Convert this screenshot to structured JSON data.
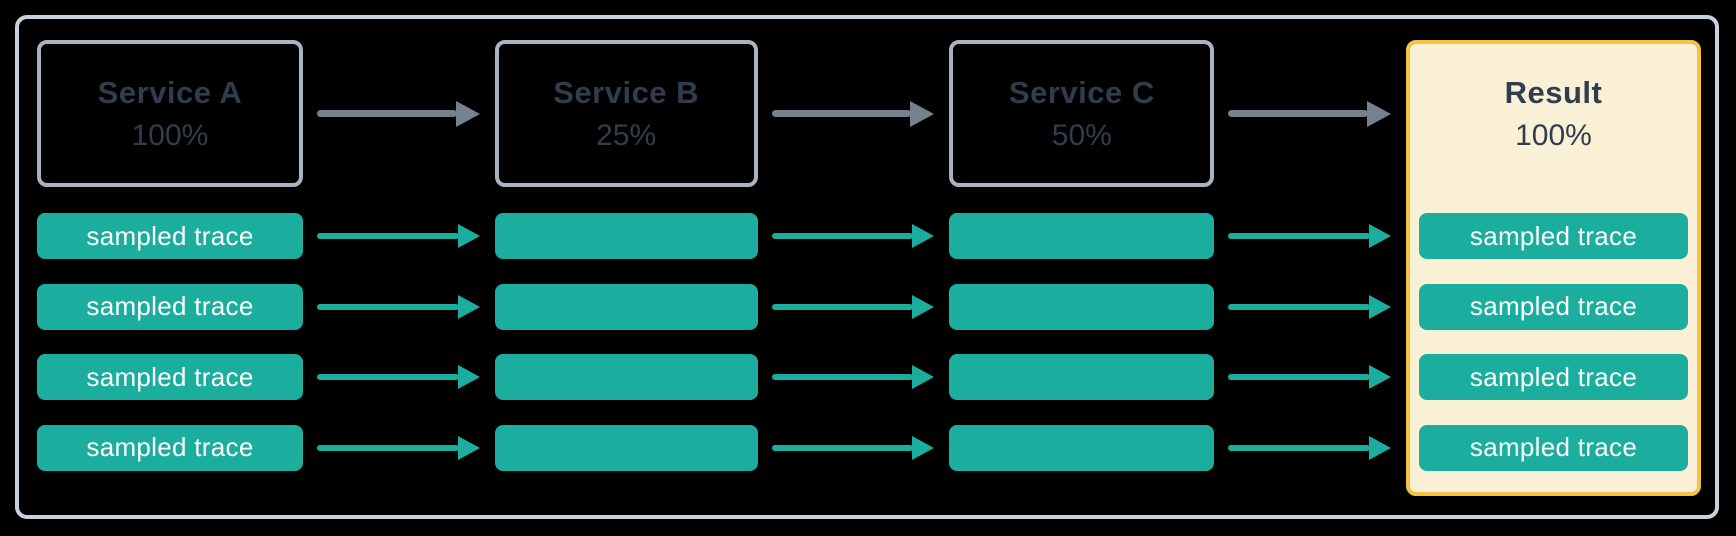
{
  "diagram": {
    "description": "Trace sampling flow across services",
    "colors": {
      "background": "#000000",
      "outer_border": "#C8D1DE",
      "service_border": "#A9B4C3",
      "text_dark": "#2F3D4D",
      "trace_teal": "#1BAE9F",
      "arrow_gray": "#76818F",
      "result_background": "#FAF0D5",
      "result_border": "#F4C33F",
      "trace_text": "#FFFFFF"
    },
    "columns": [
      {
        "title": "Service A",
        "percentage": "100%",
        "traces": [
          "sampled trace",
          "sampled trace",
          "sampled trace",
          "sampled trace"
        ]
      },
      {
        "title": "Service B",
        "percentage": "25%",
        "traces": [
          "",
          "",
          "",
          ""
        ]
      },
      {
        "title": "Service C",
        "percentage": "50%",
        "traces": [
          "",
          "",
          "",
          ""
        ]
      },
      {
        "title": "Result",
        "percentage": "100%",
        "traces": [
          "sampled trace",
          "sampled trace",
          "sampled trace",
          "sampled trace"
        ]
      }
    ]
  }
}
